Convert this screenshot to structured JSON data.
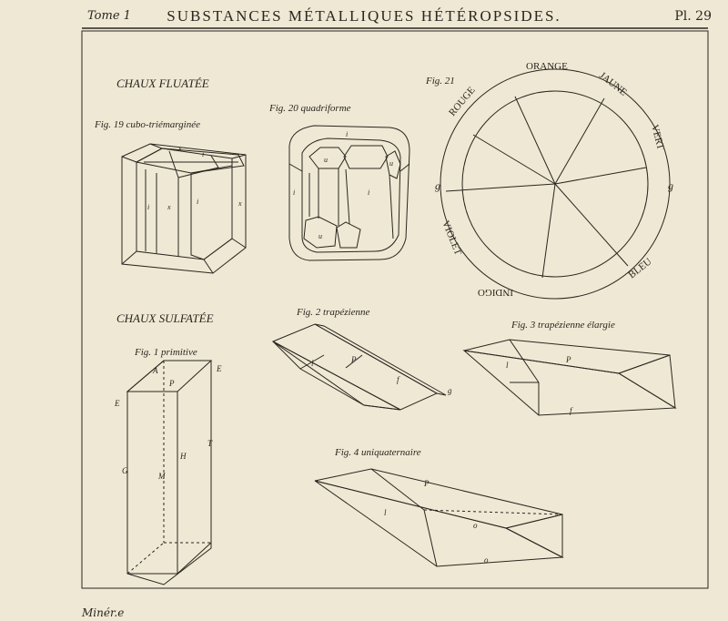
{
  "header": {
    "left": "Tome 1",
    "title": "SUBSTANCES MÉTALLIQUES HÉTÉROPSIDES.",
    "right": "Pl. 29"
  },
  "footer": {
    "text": "Minér.e"
  },
  "sections": {
    "fluatee": "CHAUX FLUATÉE",
    "sulfatee": "CHAUX SULFATÉE"
  },
  "figures": {
    "f19": "Fig. 19 cubo-triémarginée",
    "f20": "Fig. 20 quadriforme",
    "f21": "Fig. 21",
    "f1": "Fig. 1 primitive",
    "f2": "Fig. 2 trapézienne",
    "f3": "Fig. 3 trapézienne élargie",
    "f4": "Fig. 4 uniquaternaire"
  },
  "wheel": {
    "colors": [
      "ORANGE",
      "JAUNE",
      "VERT",
      "BLEU",
      "INDIGO",
      "VIOLET",
      "ROUGE"
    ],
    "g_left": "g",
    "g_right": "g"
  },
  "labels": {
    "P": "P",
    "T": "T",
    "M": "M",
    "l": "l",
    "f": "f",
    "o": "o",
    "i": "i",
    "u": "u",
    "x": "x",
    "g": "g",
    "r": "r",
    "A": "A",
    "E": "E",
    "G": "G",
    "H": "H"
  }
}
